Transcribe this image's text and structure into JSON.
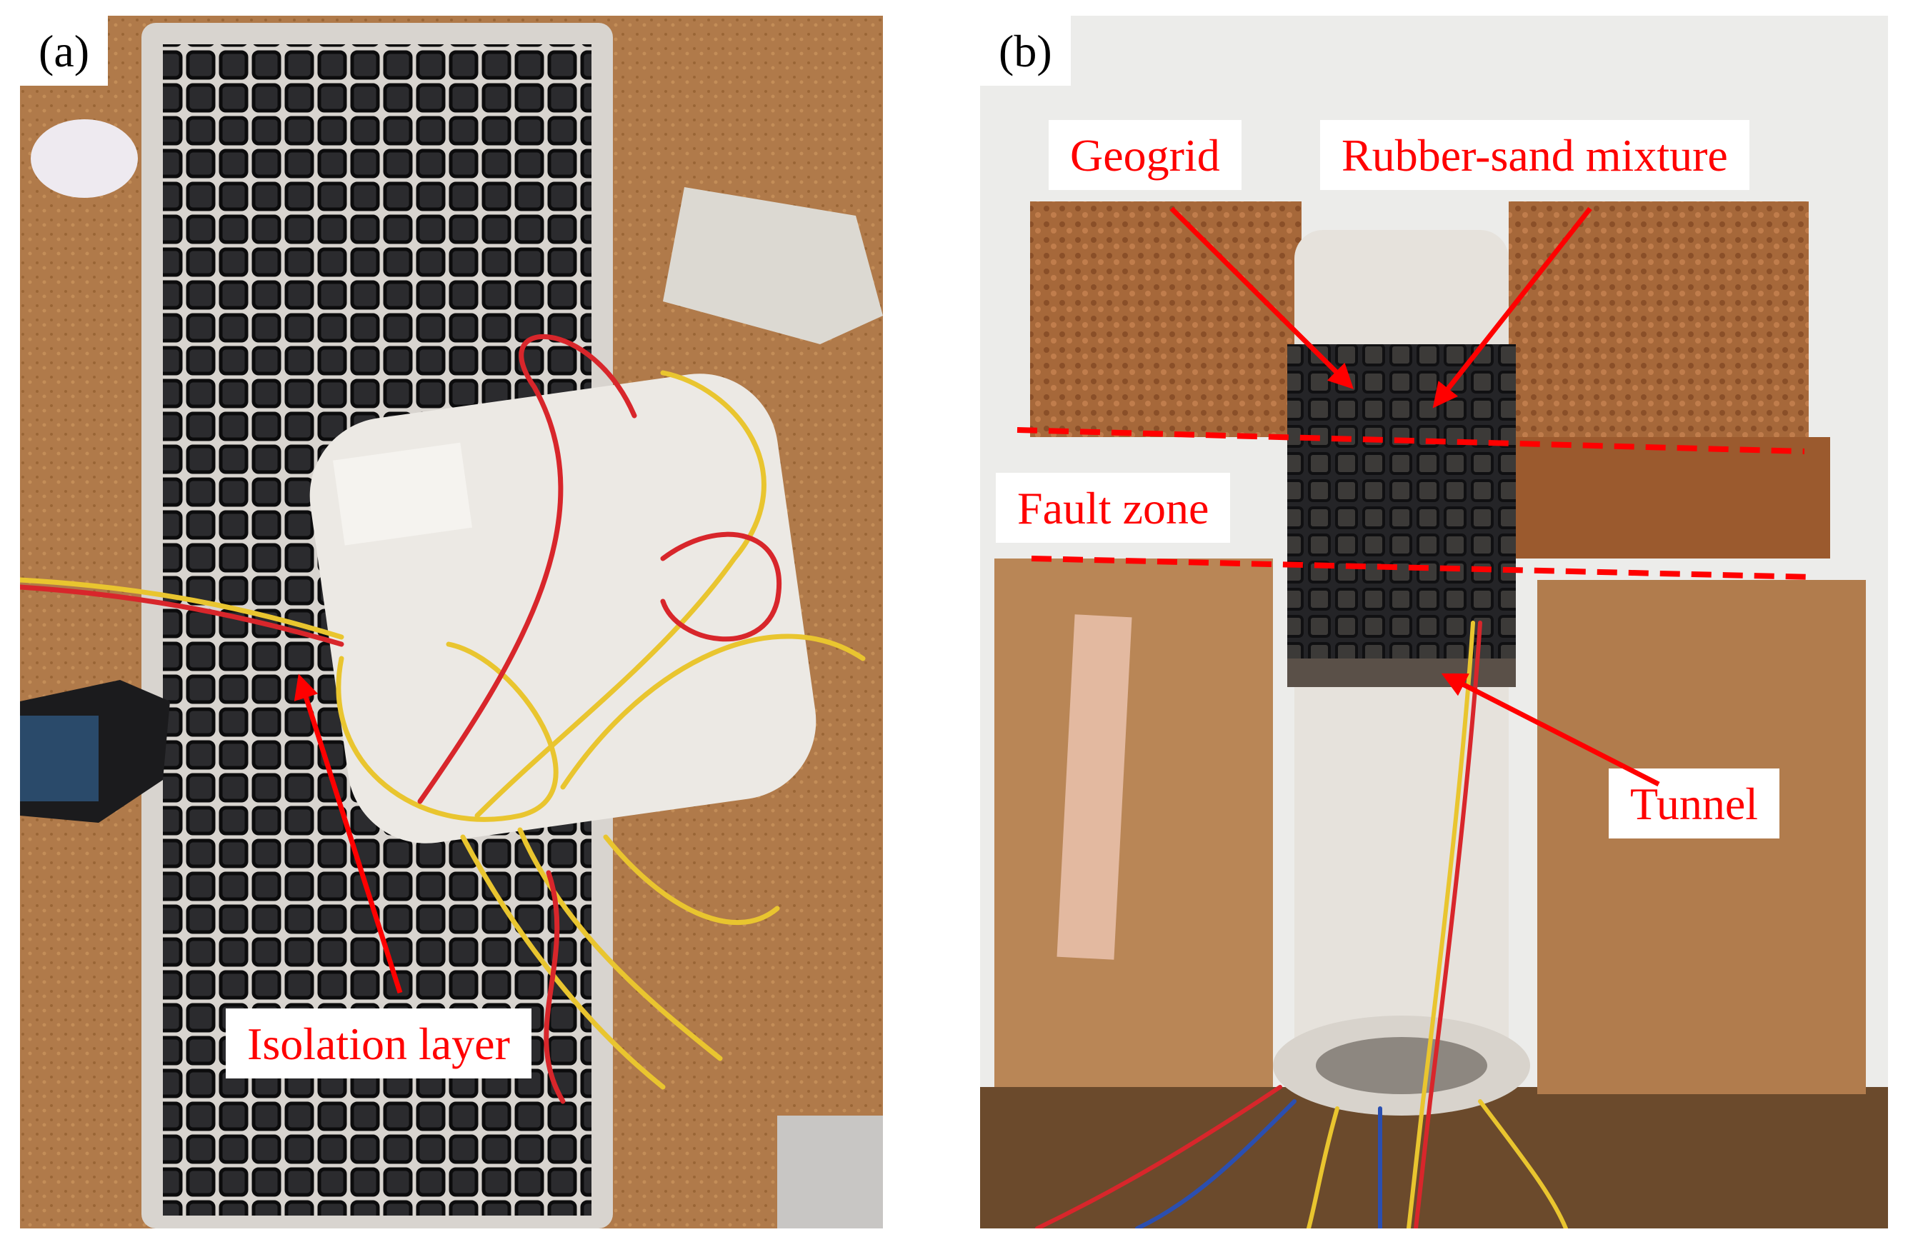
{
  "figure": {
    "panels": [
      {
        "id": "a",
        "label": "(a)",
        "callouts": [
          {
            "text": "Isolation layer"
          }
        ]
      },
      {
        "id": "b",
        "label": "(b)",
        "callouts": [
          {
            "text": "Geogrid"
          },
          {
            "text": "Rubber-sand mixture"
          },
          {
            "text": "Fault zone"
          },
          {
            "text": "Tunnel"
          }
        ]
      }
    ]
  },
  "colors": {
    "annotation": "#ff0000",
    "label_box": "#ffffff",
    "soil": "#b07a4a",
    "geogrid": "#1d1d1f",
    "concrete": "#e9e5df",
    "wire_yellow": "#e9c52f",
    "wire_red": "#d8262b"
  }
}
